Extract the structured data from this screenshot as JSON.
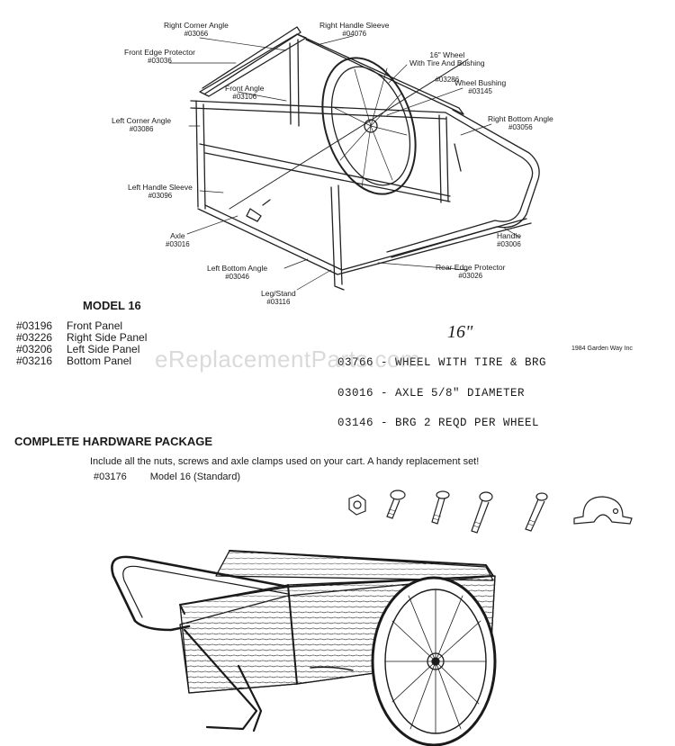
{
  "callouts": [
    {
      "id": "right-corner-angle",
      "name": "Right Corner Angle",
      "part": "#03066"
    },
    {
      "id": "right-handle-sleeve",
      "name": "Right Handle Sleeve",
      "part": "#04076"
    },
    {
      "id": "front-edge-protector",
      "name": "Front Edge Protector",
      "part": "#03036"
    },
    {
      "id": "wheel",
      "name": "16\" Wheel\nWith Tire And Bushing",
      "part": "#03286"
    },
    {
      "id": "wheel-bushing",
      "name": "Wheel Bushing",
      "part": "#03145"
    },
    {
      "id": "front-angle",
      "name": "Front Angle",
      "part": "#03106"
    },
    {
      "id": "left-corner-angle",
      "name": "Left Corner Angle",
      "part": "#03086"
    },
    {
      "id": "right-bottom-angle",
      "name": "Right Bottom Angle",
      "part": "#03056"
    },
    {
      "id": "left-handle-sleeve",
      "name": "Left Handle Sleeve",
      "part": "#03096"
    },
    {
      "id": "axle",
      "name": "Axle",
      "part": "#03016"
    },
    {
      "id": "handle",
      "name": "Handle",
      "part": "#03006"
    },
    {
      "id": "left-bottom-angle",
      "name": "Left Bottom Angle",
      "part": "#03046"
    },
    {
      "id": "rear-edge-protector",
      "name": "Rear Edge Protector",
      "part": "#03026"
    },
    {
      "id": "leg-stand",
      "name": "Leg/Stand",
      "part": "#03116"
    }
  ],
  "model_title": "MODEL 16",
  "panels": [
    {
      "part": "#03196",
      "name": "Front Panel"
    },
    {
      "part": "#03226",
      "name": "Right Side Panel"
    },
    {
      "part": "#03206",
      "name": "Left Side Panel"
    },
    {
      "part": "#03216",
      "name": "Bottom Panel"
    }
  ],
  "wheel_size": "16\"",
  "copyright": "1984 Garden Way Inc",
  "typed_notes": [
    "03766 - WHEEL WITH TIRE & BRG",
    "03016 - AXLE 5/8\" DIAMETER",
    "03146 - BRG  2 REQD PER WHEEL"
  ],
  "watermark": "eReplacementParts.com",
  "hardware": {
    "title": "COMPLETE HARDWARE PACKAGE",
    "description": "Include all the nuts, screws and axle clamps used on your cart. A handy replacement set!",
    "part": "#03176",
    "model": "Model 16 (Standard)"
  }
}
